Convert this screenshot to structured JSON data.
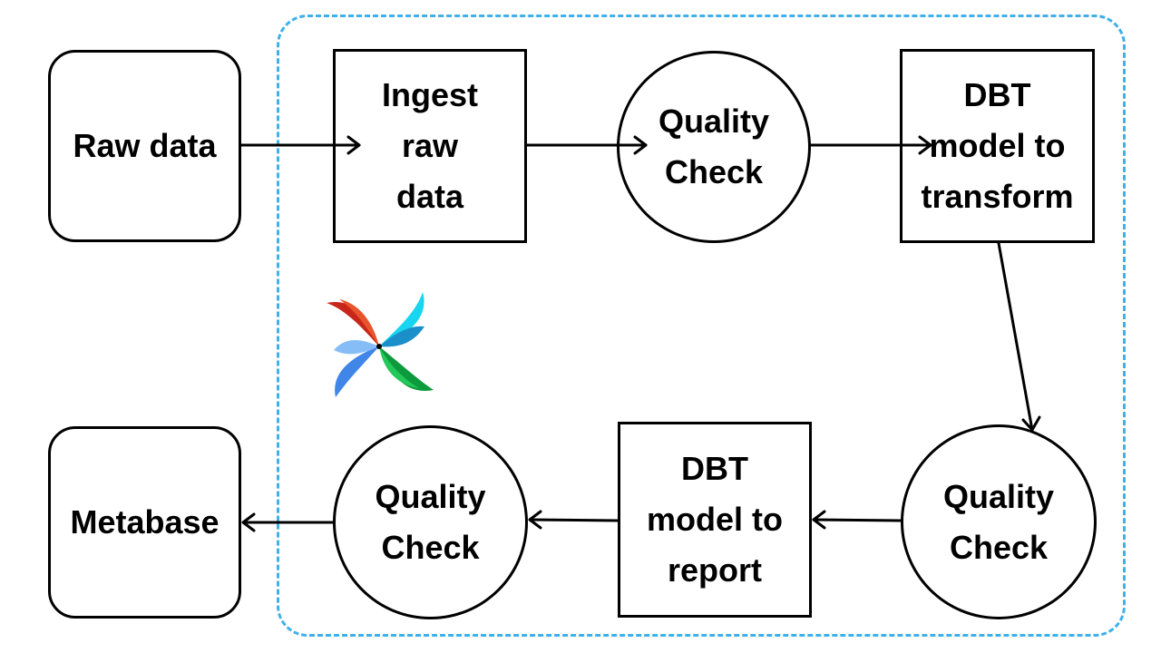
{
  "nodes": {
    "raw_data": "Raw data",
    "ingest": "Ingest\nraw\ndata",
    "quality_check_1": "Quality\nCheck",
    "dbt_transform": "DBT\nmodel to\ntransform",
    "quality_check_2": "Quality\nCheck",
    "dbt_report": "DBT\nmodel to\nreport",
    "quality_check_3": "Quality\nCheck",
    "metabase": "Metabase"
  },
  "colors": {
    "frame_border": "#3fb0ea",
    "stroke": "#000000"
  },
  "icons": {
    "orchestrator_logo": "pinwheel-logo-icon"
  }
}
